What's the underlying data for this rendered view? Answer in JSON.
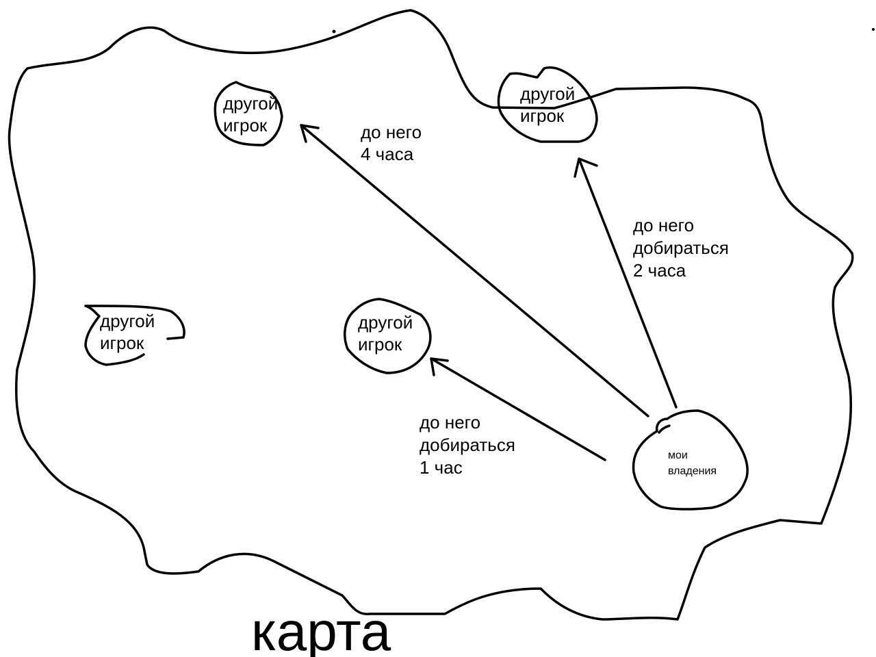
{
  "title": "карта",
  "nodes": [
    {
      "id": "player_top_left",
      "line1": "другой",
      "line2": "игрок"
    },
    {
      "id": "player_top_right",
      "line1": "другой",
      "line2": "игрок"
    },
    {
      "id": "player_left",
      "line1": "другой",
      "line2": "игрок"
    },
    {
      "id": "player_center",
      "line1": "другой",
      "line2": "игрок"
    },
    {
      "id": "my_domain",
      "line1": "мои",
      "line2": "владения"
    }
  ],
  "edges": [
    {
      "from": "my_domain",
      "to": "player_top_left",
      "line1": "до него",
      "line2": "4 часа"
    },
    {
      "from": "my_domain",
      "to": "player_top_right",
      "line1": "до него",
      "line2": "добираться",
      "line3": "2 часа"
    },
    {
      "from": "my_domain",
      "to": "player_center",
      "line1": "до него",
      "line2": "добираться",
      "line3": "1 час"
    }
  ],
  "colors": {
    "ink": "#000000",
    "background": "#ffffff"
  }
}
